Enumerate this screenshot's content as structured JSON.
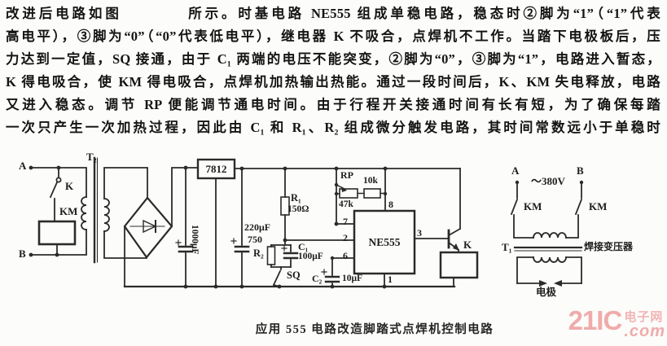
{
  "paragraph": {
    "lines": [
      "改进后电路如图　　　　所示。时基电路 NE555 组成单稳电路，稳态时②脚为“1”（“1”代表",
      "高电平），③脚为“0”（“0”代表低电平），继电器 K 不吸合，点焊机不工作。当踏下电极板后，压",
      "力达到一定值，SQ 接通，由于 C₁ 两端的电压不能突变，②脚为“0”，③脚为“1”，电路进入暂态，",
      "K 得电吸合，使 KM 得电吸合，点焊机加热输出热能。通过一段时间后，K、KM 失电释放，电路",
      "又进入稳态。调节 RP 便能调节通电时间。由于行程开关接通时间有长有短，为了确保每踏",
      "一次只产生一次加热过程，因此由 C₁ 和 R₁、R₂ 组成微分触发电路，其时间常数远小于单稳时"
    ]
  },
  "circuit": {
    "labels": {
      "a_main": "A",
      "b_main": "B",
      "k_switch": "K",
      "km_coil": "KM",
      "t2": "T₂",
      "reg7812": "7812",
      "c3": "1000μF",
      "c4": "220μF",
      "c4b": "750",
      "r1": "R₁",
      "r1v": "150Ω",
      "r2": "R₂",
      "c1": "C₁",
      "c1v": "100μF",
      "sq": "SQ",
      "c2": "C₂",
      "c2v": "10μF",
      "rp": "RP",
      "rpv": "47k",
      "r10k": "10k",
      "pin8": "8",
      "pin7": "7",
      "pin2": "2",
      "pin6": "6",
      "pin3": "3",
      "pin1": "1",
      "ic555": "NE555",
      "k_relay": "K",
      "a_aux": "A",
      "b_aux": "B",
      "v380": "～380V",
      "km_left": "KM",
      "km_right": "KM",
      "t1": "T₁",
      "t1_name": "焊接变压器",
      "electrode": "电极"
    }
  },
  "caption": "应用 555 电路改造脚踏式点焊机控制电路",
  "watermark": {
    "brand": "21IC",
    "tag": "电子网",
    "suffix": ".com",
    "color": "#efabab"
  }
}
